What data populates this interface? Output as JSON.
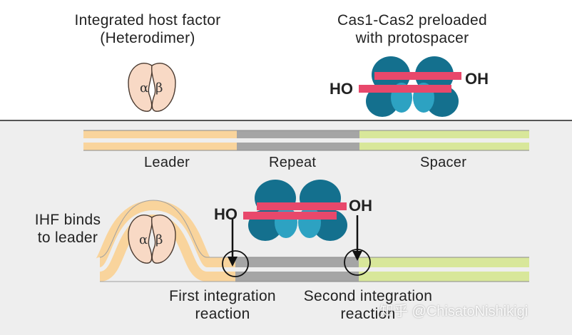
{
  "top": {
    "ihf_title_line1": "Integrated host factor",
    "ihf_title_line2": "(Heterodimer)",
    "cas_title_line1": "Cas1-Cas2 preloaded",
    "cas_title_line2": "with protospacer",
    "ho_label": "HO",
    "oh_label": "OH"
  },
  "dna_segments": {
    "leader": "Leader",
    "repeat": "Repeat",
    "spacer": "Spacer"
  },
  "bottom": {
    "ihf_binds_line1": "IHF binds",
    "ihf_binds_line2": "to leader",
    "ho_label": "HO",
    "oh_label": "OH",
    "first_line1": "First integration",
    "first_line2": "reaction",
    "second_line1": "Second integration",
    "second_line2": "reaction"
  },
  "ihf_subunits": {
    "alpha": "α",
    "beta": "β"
  },
  "watermark": "知乎 @ChisatoNishikigi",
  "colors": {
    "leader": "#f9d49c",
    "repeat": "#a5a5a5",
    "spacer": "#d8e79a",
    "cas_protein": "#14708e",
    "cas_protein_light": "#2da2c2",
    "protospacer": "#e8486b",
    "ihf": "#f8d9c5"
  }
}
